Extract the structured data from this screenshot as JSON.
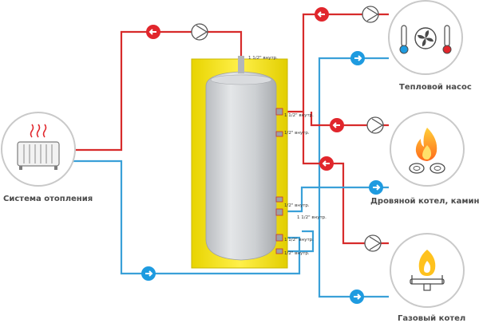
{
  "colors": {
    "hot_pipe": "#d72b2b",
    "cold_pipe": "#3aa0d8",
    "hot_badge": "#e1262c",
    "cold_badge": "#1e9be0",
    "insulation": "#f4e400",
    "tank": "#cfd1d4",
    "circle_border": "#c9c9c9",
    "label_text": "#4a4a4a"
  },
  "devices": {
    "radiator": {
      "label": "Система отопления",
      "icon": "radiator-icon"
    },
    "heat_pump": {
      "label": "Тепловой насос",
      "icon": "heat-pump-icon"
    },
    "wood_boiler": {
      "label": "Дровяной котел, камин",
      "icon": "fire-wood-icon"
    },
    "gas_boiler": {
      "label": "Газовый котел",
      "icon": "gas-burner-icon"
    }
  },
  "ports": {
    "top": "1 1/2\" внутр.",
    "r1": "1 1/2\" внутр.",
    "r2": "1/2\" внутр.",
    "r3": "1/2\" внутр.",
    "r4": "1 1/2\" внутр.",
    "r5": "1 1/2\" внутр.",
    "r6": "1/2\" внутр."
  },
  "icons": {
    "flow_out": "arrow-left-icon",
    "flow_in": "arrow-right-icon",
    "pump": "pump-icon"
  }
}
